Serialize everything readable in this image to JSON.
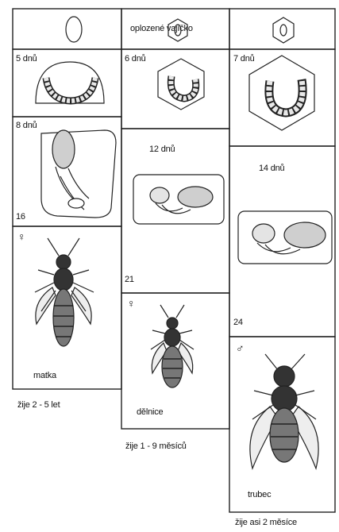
{
  "header": {
    "label": "oplozené vajíčko"
  },
  "columns": [
    {
      "id": "queen",
      "sex_symbol": "♀",
      "larva_days": "5 dnů",
      "pupa_days": "8 dnů",
      "total_days": "16",
      "adult_name": "matka",
      "lifespan": "žije 2 - 5 let"
    },
    {
      "id": "worker",
      "sex_symbol": "♀",
      "larva_days": "6 dnů",
      "pupa_days": "12 dnů",
      "total_days": "21",
      "adult_name": "dělnice",
      "lifespan": "žije 1 - 9 měsíců"
    },
    {
      "id": "drone",
      "sex_symbol": "♂",
      "larva_days": "7 dnů",
      "pupa_days": "14 dnů",
      "total_days": "24",
      "adult_name": "trubec",
      "lifespan": "žije asi 2 měsíce"
    }
  ]
}
